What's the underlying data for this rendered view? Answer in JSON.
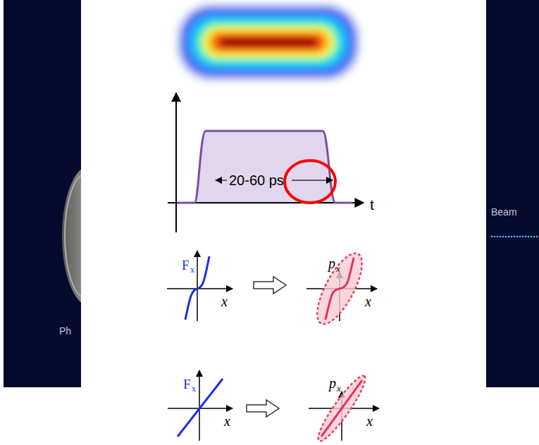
{
  "diagram": {
    "labels": [
      "Ph",
      "Beam",
      "20-60 ps",
      "t",
      "F",
      "x",
      "x",
      "p",
      "x",
      "x",
      "F",
      "x",
      "x",
      "p",
      "x",
      "x"
    ]
  }
}
